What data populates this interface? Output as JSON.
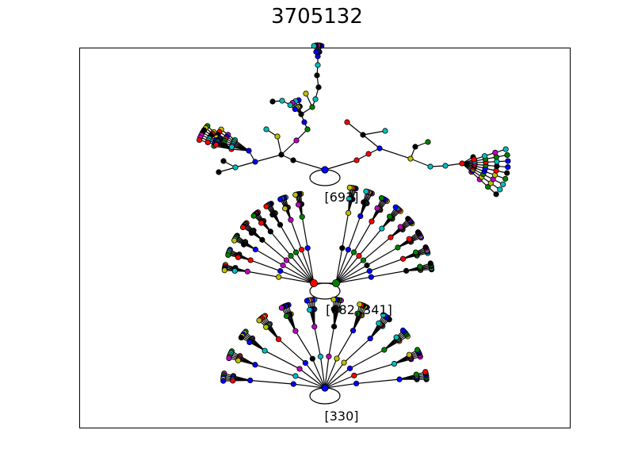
{
  "figure": {
    "title": "3705132"
  },
  "node_colors": [
    "#0000ff",
    "#00bfbf",
    "#bfbf00",
    "#000000",
    "#008000",
    "#bf00bf",
    "#ff0000"
  ],
  "edge_color": "#000000",
  "frame_color": "#000000",
  "trees": [
    {
      "label": "[693]",
      "root_colors": [
        "#0000ff"
      ]
    },
    {
      "label": "[682, 341]",
      "root_colors": [
        "#ff0000",
        "#008000"
      ]
    },
    {
      "label": "[330]",
      "root_colors": [
        "#0000ff"
      ]
    }
  ]
}
